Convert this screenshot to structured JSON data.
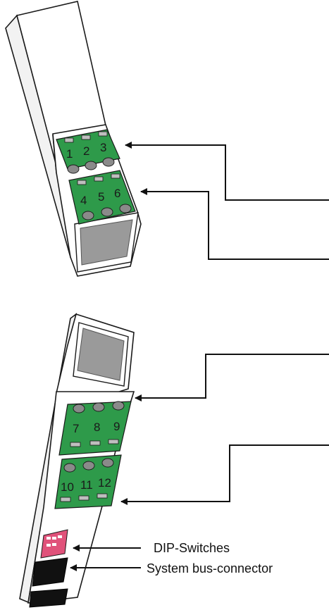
{
  "colors": {
    "housing": "#ffffff",
    "outline": "#1a1a1a",
    "terminal_green": "#2e9a4a",
    "terminal_green_dark": "#1f7a36",
    "window_gray": "#9a9a9a",
    "dip_red": "#e0527a",
    "bus_connector": "#111111"
  },
  "top_module": {
    "terminal_block_a": {
      "numbers": [
        "1",
        "2",
        "3"
      ]
    },
    "terminal_block_b": {
      "numbers": [
        "4",
        "5",
        "6"
      ]
    }
  },
  "bottom_module": {
    "terminal_block_c": {
      "numbers": [
        "7",
        "8",
        "9"
      ]
    },
    "terminal_block_d": {
      "numbers": [
        "10",
        "11",
        "12"
      ]
    },
    "callouts": {
      "dip_switches": "DIP-Switches",
      "system_bus_connector": "System bus-connector"
    }
  }
}
